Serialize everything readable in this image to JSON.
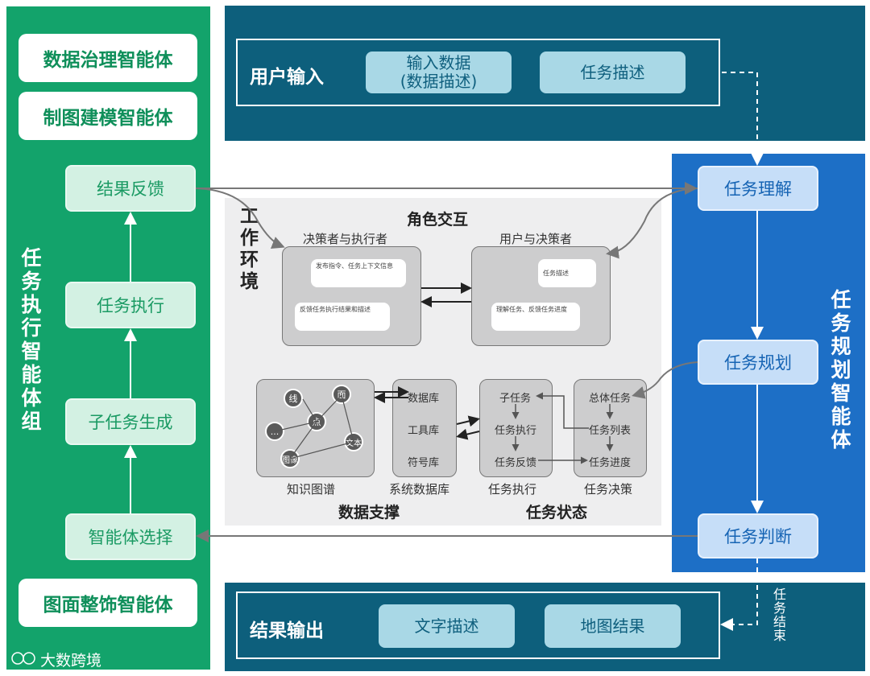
{
  "left_panel": {
    "top_agents": [
      "数据治理智能体",
      "制图建模智能体"
    ],
    "bottom_agent": "图面整饰智能体",
    "title": "任务执行智能体组",
    "steps": [
      "结果反馈",
      "任务执行",
      "子任务生成",
      "智能体选择"
    ]
  },
  "user_input": {
    "title": "用户输入",
    "box1_line1": "输入数据",
    "box1_line2": "(数据描述)",
    "box2": "任务描述"
  },
  "result_output": {
    "title": "结果输出",
    "box1": "文字描述",
    "box2": "地图结果"
  },
  "right_panel": {
    "title": "任务规划智能体",
    "steps": [
      "任务理解",
      "任务规划",
      "任务判断"
    ],
    "task_end": "任务结束"
  },
  "center": {
    "work_env": "工作环境",
    "role_interaction": "角色交互",
    "decision_executor": "决策者与执行者",
    "user_decision": "用户与决策者",
    "bubble1": "发布指令、任务上下文信息",
    "bubble2": "反馈任务执行结果和描述",
    "bubble3": "任务描述",
    "bubble4": "理解任务、反馈任务进度",
    "knowledge_graph": "知识图谱",
    "kg_nodes": [
      "线",
      "面",
      "点",
      "...",
      "文本",
      "图像"
    ],
    "sys_db_items": [
      "数据库",
      "工具库",
      "符号库"
    ],
    "sys_db": "系统数据库",
    "exec_items": [
      "子任务",
      "任务执行",
      "任务反馈"
    ],
    "exec_label": "任务执行",
    "decision_items": [
      "总体任务",
      "任务列表",
      "任务进度"
    ],
    "decision_label": "任务决策",
    "data_support": "数据支撑",
    "task_status": "任务状态"
  },
  "watermark": "大数跨境"
}
